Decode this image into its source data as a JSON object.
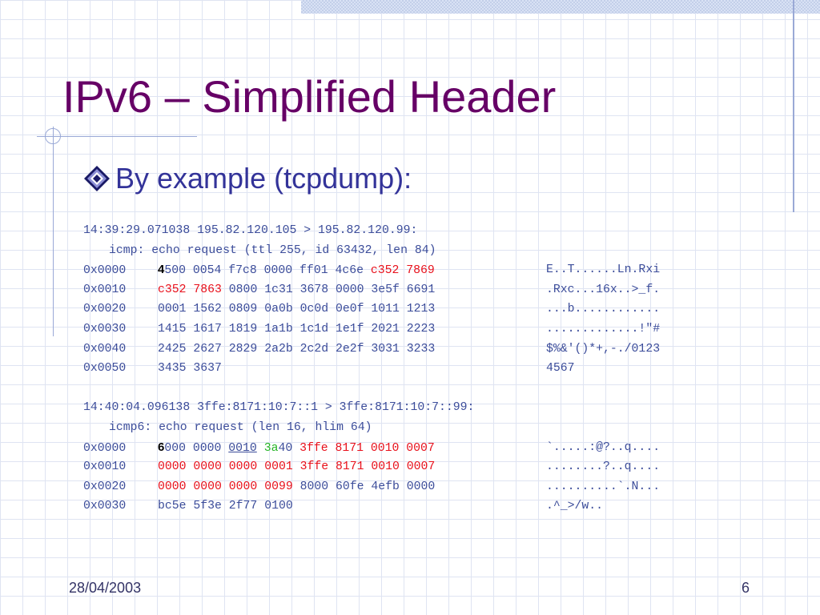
{
  "slide": {
    "title": "IPv6 – Simplified Header",
    "bullet": "By example (tcpdump):",
    "date": "28/04/2003",
    "page": "6"
  },
  "dump1": {
    "header": "14:39:29.071038 195.82.120.105 > 195.82.120.99:",
    "detail": "icmp: echo request (ttl 255, id 63432, len 84)",
    "rows": [
      {
        "addr": "0x0000",
        "v": "4",
        "a": "500 0054 f7c8 0000 ff01 4c6e ",
        "b": "c352 7869",
        "ascii": "E..T......Ln.Rxi"
      },
      {
        "addr": "0x0010",
        "r": "c352 7863",
        "rest": " 0800 1c31 3678 0000 3e5f 6691",
        "ascii": ".Rxc...16x..>_f."
      },
      {
        "addr": "0x0020",
        "hex": "0001 1562 0809 0a0b 0c0d 0e0f 1011 1213",
        "ascii": "...b............"
      },
      {
        "addr": "0x0030",
        "hex": "1415 1617 1819 1a1b 1c1d 1e1f 2021 2223",
        "ascii": ".............!\"#"
      },
      {
        "addr": "0x0040",
        "hex": "2425 2627 2829 2a2b 2c2d 2e2f 3031 3233",
        "ascii": "$%&'()*+,-./0123"
      },
      {
        "addr": "0x0050",
        "hex": "3435 3637",
        "ascii": "4567"
      }
    ]
  },
  "dump2": {
    "header": "14:40:04.096138 3ffe:8171:10:7::1 > 3ffe:8171:10:7::99:",
    "detail": "icmp6: echo request (len 16, hlim 64)",
    "row0": {
      "addr": "0x0000",
      "v": "6",
      "a": "000 0000 ",
      "u": "0010",
      "g": "3a",
      "n": "40 ",
      "r": "3ffe 8171 0010 0007",
      "ascii": "`.....:@?..q...."
    },
    "row1": {
      "addr": "0x0010",
      "r": "0000 0000 0000 0001 3ffe 8171 0010 0007",
      "ascii": "........?..q...."
    },
    "row2": {
      "addr": "0x0020",
      "r": "0000 0000 0000 0099",
      "rest": " 8000 60fe 4efb 0000",
      "ascii": "..........`.N..."
    },
    "row3": {
      "addr": "0x0030",
      "hex": "bc5e 5f3e 2f77 0100",
      "ascii": ".^_>/w.."
    }
  },
  "colors": {
    "title": "#660066",
    "bullet": "#333399",
    "dump_text": "#3b4c9a",
    "highlight_red": "#e8101b",
    "highlight_green": "#26b526"
  }
}
